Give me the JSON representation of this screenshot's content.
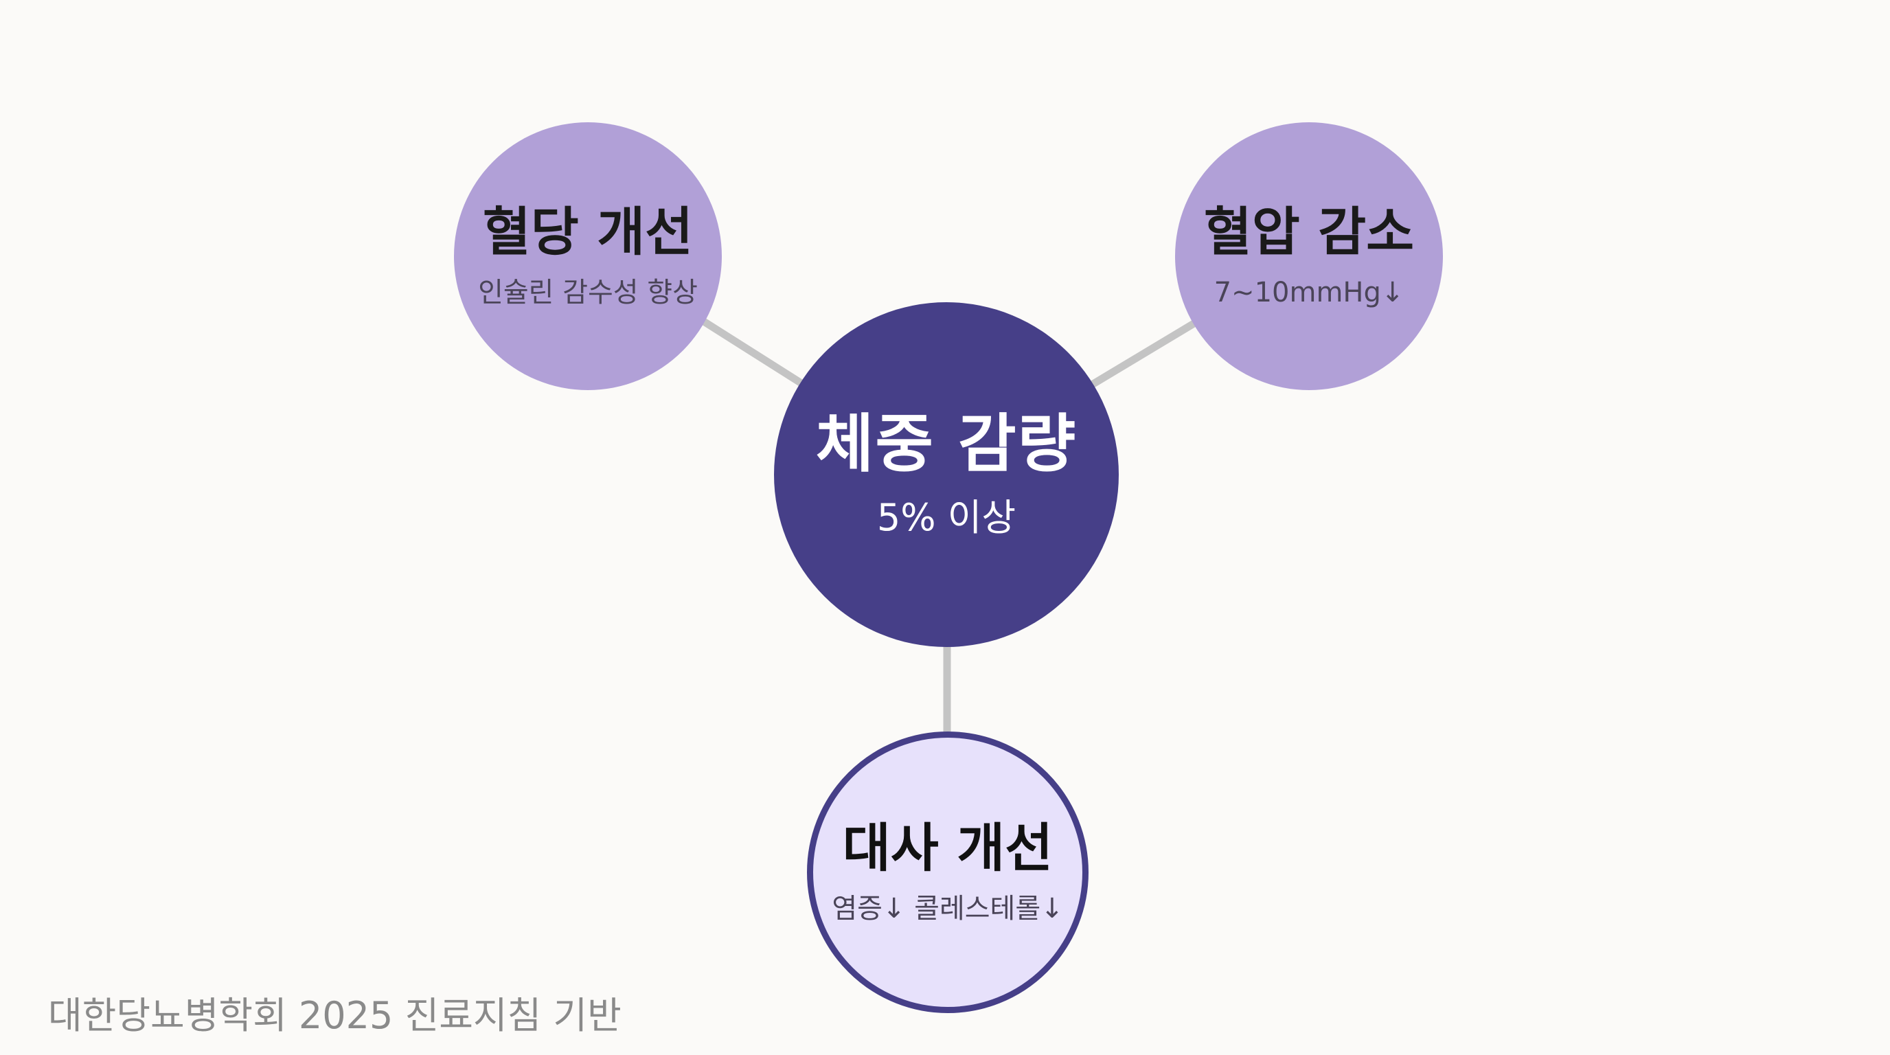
{
  "diagram": {
    "center": {
      "title": "체중 감량",
      "subtitle": "5% 이상",
      "color": "#463f88"
    },
    "nodes": [
      {
        "title": "혈당 개선",
        "subtitle": "인슐린 감수성 향상",
        "color": "#b1a0d7"
      },
      {
        "title": "혈압 감소",
        "subtitle": "7~10mmHg↓",
        "color": "#b1a0d7"
      },
      {
        "title": "대사 개선",
        "subtitle": "염증↓ 콜레스테롤↓",
        "color": "#e7e1fb"
      }
    ],
    "connector_color": "#c4c4c4"
  },
  "footer": {
    "source": "대한당뇨병학회 2025 진료지침 기반"
  }
}
